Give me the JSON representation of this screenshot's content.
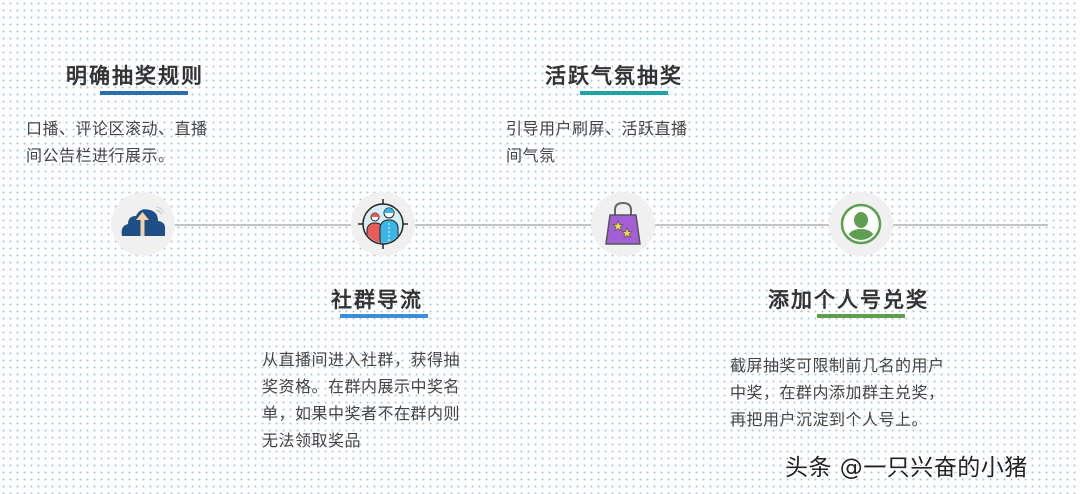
{
  "steps": [
    {
      "title": "明确抽奖规则",
      "description_lines": [
        "口播、评论区滚动、直播",
        "间公告栏进行展示。"
      ],
      "icon": "cloud-upload-icon",
      "underline_color": "#2a6fad"
    },
    {
      "title": "社群导流",
      "description_lines": [
        "从直播间进入社群，获得抽",
        "奖资格。在群内展示中奖名",
        "单，如果中奖者不在群内则",
        "无法领取奖品"
      ],
      "icon": "community-users-icon",
      "underline_color": "#3b8fd8"
    },
    {
      "title": "活跃气氛抽奖",
      "description_lines": [
        "引导用户刷屏、活跃直播",
        "间气氛"
      ],
      "icon": "gift-bag-icon",
      "underline_color": "#1fa3a3"
    },
    {
      "title": "添加个人号兑奖",
      "description_lines": [
        "截屏抽奖可限制前几名的用户",
        "中奖，在群内添加群主兑奖，",
        "再把用户沉淀到个人号上。"
      ],
      "icon": "user-avatar-icon",
      "underline_color": "#5e9e4f"
    }
  ],
  "watermark": "头条 @一只兴奋的小猪"
}
